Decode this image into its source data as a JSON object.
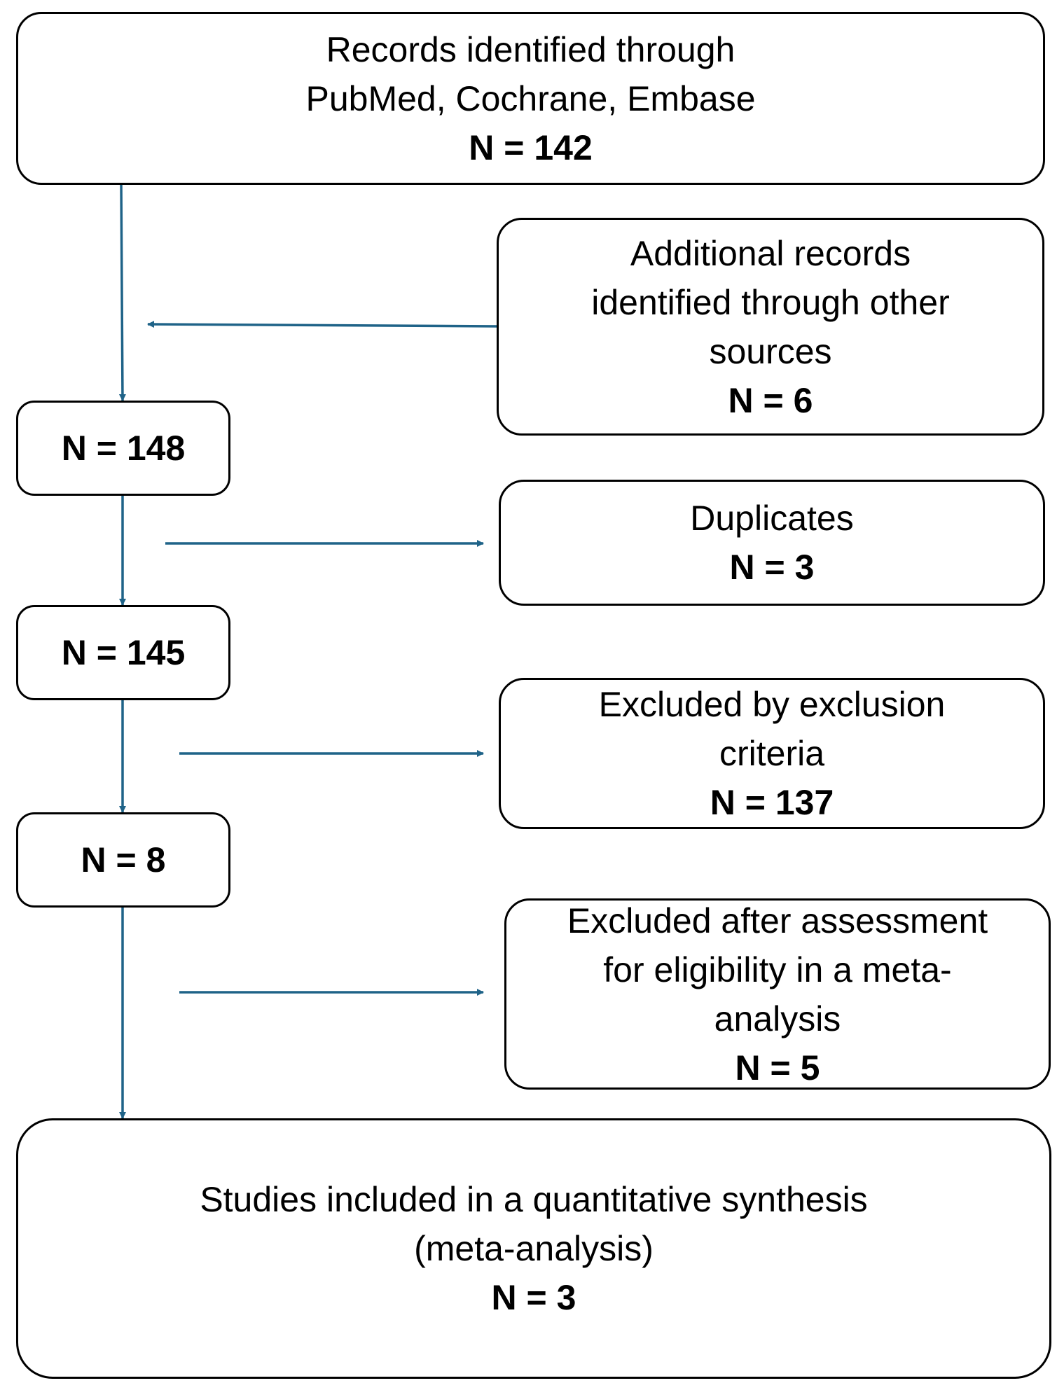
{
  "colors": {
    "connector": "#1f6388",
    "box_border": "#000000",
    "text": "#000000"
  },
  "identified": {
    "lines": [
      "Records identified through",
      "PubMed, Cochrane, Embase"
    ],
    "count": "N = 142"
  },
  "additional": {
    "lines": [
      "Additional records",
      "identified through other",
      "sources"
    ],
    "count": "N = 6"
  },
  "total_records": {
    "count": "N = 148"
  },
  "duplicates": {
    "lines": [
      "Duplicates"
    ],
    "count": "N = 3"
  },
  "after_duplicates": {
    "count": "N = 145"
  },
  "excluded_criteria": {
    "lines": [
      "Excluded by exclusion",
      "criteria"
    ],
    "count": "N = 137"
  },
  "assessed": {
    "count": "N = 8"
  },
  "excluded_assessment": {
    "lines": [
      "Excluded after assessment",
      "for eligibility in a meta-",
      "analysis"
    ],
    "count": "N = 5"
  },
  "included": {
    "lines": [
      "Studies included in a quantitative synthesis",
      "(meta-analysis)"
    ],
    "count": "N = 3"
  }
}
